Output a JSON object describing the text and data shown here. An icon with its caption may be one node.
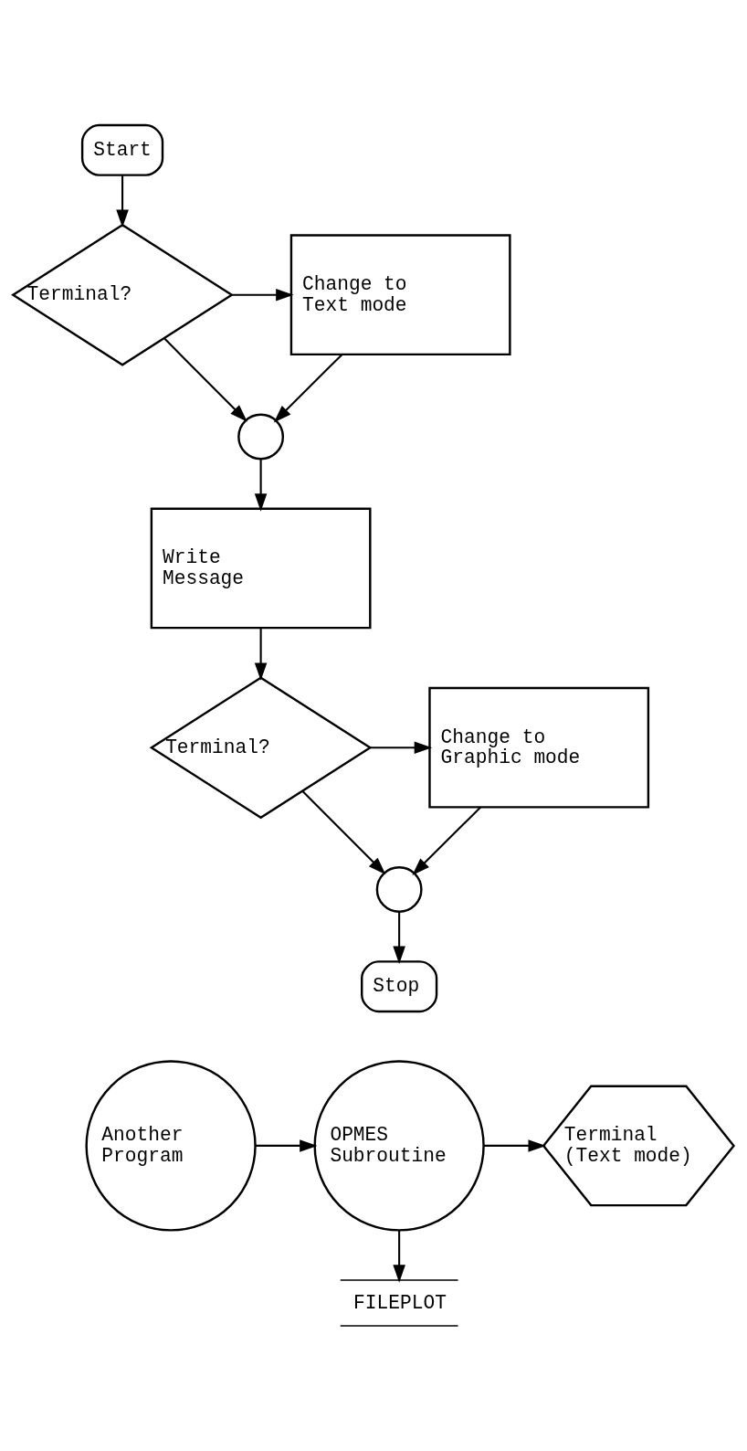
{
  "diagram": {
    "nodes": [
      {
        "text": [
          "Start"
        ]
      },
      {
        "text": [
          "Terminal?"
        ]
      },
      {
        "text": [
          "Change to Text mode"
        ]
      },
      {
        "text": [],
        "shape": "circle"
      },
      {
        "text": [
          "Write Message"
        ]
      },
      {
        "text": [
          "Terminal?"
        ]
      },
      {
        "text": [
          "Change to Graphic mode"
        ]
      },
      {
        "text": [],
        "shape": "circle"
      },
      {
        "text": [
          "Stop"
        ]
      },
      {
        "text": [
          "Another Program"
        ]
      },
      {
        "text": [
          "OPMES Subroutine"
        ]
      },
      {
        "text": [
          "Terminal (Text mode)"
        ]
      },
      {
        "text": [
          "FILEPLOT"
        ]
      }
    ],
    "edges": [
      {
        "from": 0,
        "to": 1,
        "arrow": "to"
      },
      {
        "from": 1,
        "to": 2,
        "arrow": "to"
      },
      {
        "from": 1,
        "to": 3,
        "arrow": "to"
      },
      {
        "from": 2,
        "to": 3,
        "arrow": "to"
      },
      {
        "from": 3,
        "to": 4,
        "arrow": "to"
      },
      {
        "from": 4,
        "to": 5,
        "arrow": "to"
      },
      {
        "from": 5,
        "to": 6,
        "arrow": "to"
      },
      {
        "from": 5,
        "to": 7,
        "arrow": "to"
      },
      {
        "from": 6,
        "to": 7,
        "arrow": "to"
      },
      {
        "from": 7,
        "to": 8,
        "arrow": "to"
      },
      {
        "from": 9,
        "to": 10,
        "arrow": "to"
      },
      {
        "from": 10,
        "to": 11,
        "arrow": "to"
      },
      {
        "from": 10,
        "to": 12,
        "arrow": "to"
      }
    ]
  }
}
